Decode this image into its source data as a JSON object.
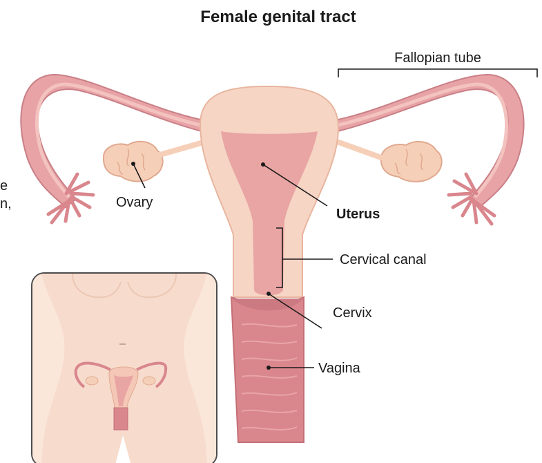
{
  "title": "Female genital tract",
  "labels": {
    "fallopian_tube": "Fallopian tube",
    "ovary": "Ovary",
    "uterus": "Uterus",
    "cervical_canal": "Cervical canal",
    "cervix": "Cervix",
    "vagina": "Vagina"
  },
  "cropped_text_left": [
    "e",
    "n,"
  ],
  "colors": {
    "skin": "#f7dccd",
    "uterus_wall": "#f4c7b6",
    "uterus_cavity": "#e9a5a3",
    "tube_dark": "#d98a8f",
    "vagina": "#d9868d",
    "ovary": "#f6cfb8",
    "inset_bg": "#fbefe8",
    "inset_border": "#4d4d4d"
  },
  "inset": {
    "description_icon": "body-outline-icon"
  }
}
